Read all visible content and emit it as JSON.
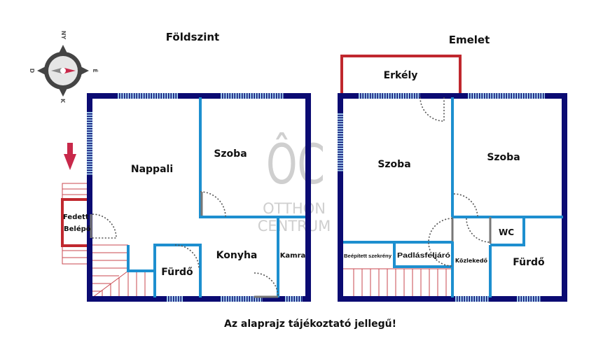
{
  "titles": {
    "ground": "Földszint",
    "upper": "Emelet"
  },
  "compass": {
    "north": "NY",
    "east": "É",
    "west": "D",
    "south": "K"
  },
  "watermark": {
    "logo": "ÔC",
    "line1": "OTTHON",
    "line2": "CENTRUM"
  },
  "ground_rooms": {
    "nappali": "Nappali",
    "szoba": "Szoba",
    "konyha": "Konyha",
    "furdo": "Fürdő",
    "kamra": "Kamra",
    "fedett1": "Fedett",
    "fedett2": "Belépő"
  },
  "upper_rooms": {
    "erkely": "Erkély",
    "szoba1": "Szoba",
    "szoba2": "Szoba",
    "wc": "WC",
    "furdo": "Fürdő",
    "szekreny": "Beépített szekrény",
    "padlas": "Padlásfeljáró",
    "kozlekedo": "Közlekedő"
  },
  "footer_note": "Az alaprajz tájékoztató jellegű!",
  "colors": {
    "wall": "#0b0b72",
    "inner_wall": "#1d8fcf",
    "balcony": "#c0282e",
    "entry_arrow": "#c8284a"
  }
}
